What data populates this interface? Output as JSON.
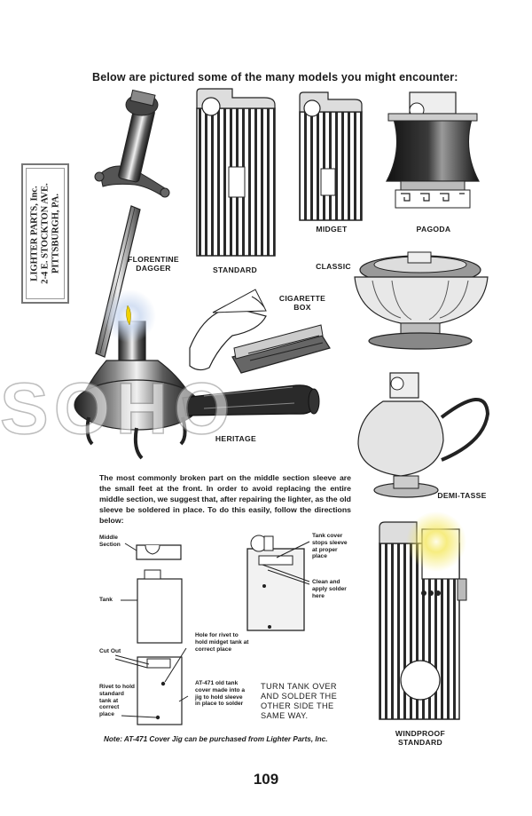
{
  "heading": "Below are pictured some of the many models you might encounter:",
  "stamp": {
    "line1": "LIGHTER PARTS, Inc.",
    "line2": "2-4 E. STOCKTON AVE.",
    "line3": "PITTSBURGH, PA."
  },
  "watermark": "SOHO",
  "models": {
    "florentine_dagger": "FLORENTINE DAGGER",
    "standard": "STANDARD",
    "midget": "MIDGET",
    "pagoda": "PAGODA",
    "classic": "CLASSIC",
    "cigarette_box": "CIGARETTE BOX",
    "heritage": "HERITAGE",
    "demi_tasse": "DEMI-TASSE",
    "windproof_standard": "WINDPROOF STANDARD"
  },
  "paragraph": "The most commonly broken part on the middle section sleeve are the small feet at the front. In order to avoid replacing the entire middle section, we suggest that, after repairing the lighter, as the old sleeve be soldered in place. To do this easily, follow the directions below:",
  "diagram_labels": {
    "middle_section": "Middle Section",
    "tank": "Tank",
    "cut_out": "Cut Out",
    "rivet_standard": "Rivet to hold standard tank at correct place",
    "hole_rivet": "Hole for rivet to hold midget tank at correct place",
    "at471": "AT-471 old tank cover made into a jig to hold sleeve in place to solder",
    "tank_cover_stops": "Tank cover stops sleeve at proper place",
    "clean_apply": "Clean and apply solder here"
  },
  "instruction": "TURN TANK OVER AND SOLDER THE OTHER SIDE THE SAME WAY.",
  "note": "Note: AT-471 Cover Jig can be purchased from Lighter Parts, Inc.",
  "page_number": "109"
}
